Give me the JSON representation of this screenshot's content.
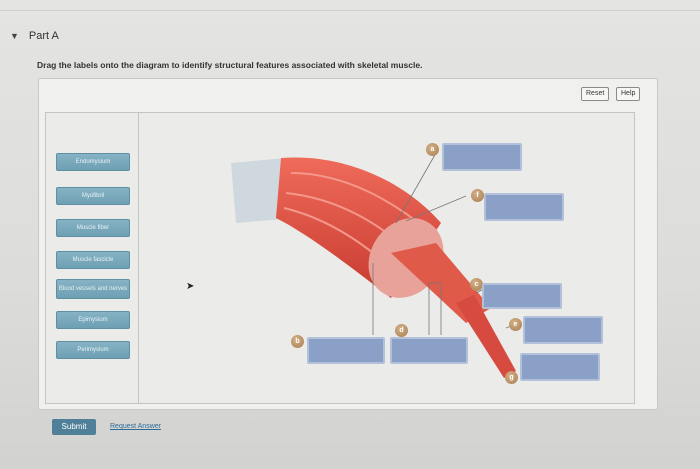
{
  "part": {
    "title": "Part A"
  },
  "instructions": "Drag the labels onto the diagram to identify structural features associated with skeletal muscle.",
  "toolbar": {
    "reset_label": "Reset",
    "help_label": "Help"
  },
  "labels": [
    "Endomysium",
    "Myofibril",
    "Muscle fiber",
    "Muscle fascicle",
    "Blood vessels and nerves",
    "Epimysium",
    "Perimysium"
  ],
  "markers": [
    "a",
    "f",
    "c",
    "e",
    "d",
    "b",
    "g"
  ],
  "footer": {
    "submit_label": "Submit",
    "request_label": "Request Answer"
  },
  "colors": {
    "accent": "#4f7f99",
    "chip": "#7aa9bc",
    "drop_target": "#8aa0c6",
    "muscle": "#d9483b"
  }
}
